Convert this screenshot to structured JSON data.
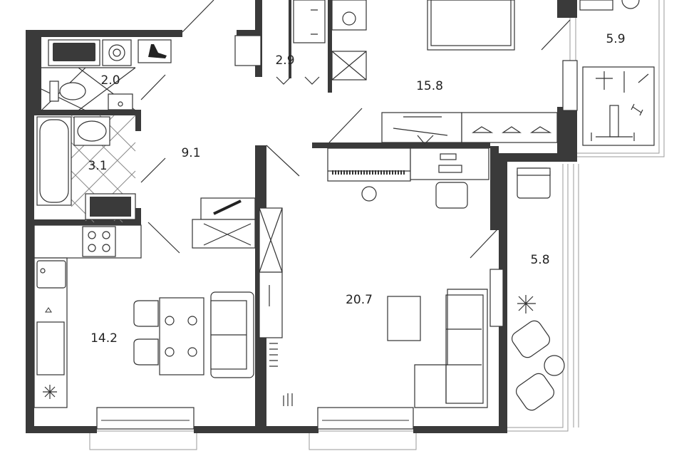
{
  "rooms": [
    {
      "id": "bathroom-wc",
      "area": "2.0"
    },
    {
      "id": "bathroom",
      "area": "3.1"
    },
    {
      "id": "hallway",
      "area": "9.1"
    },
    {
      "id": "kitchen",
      "area": "14.2"
    },
    {
      "id": "closet",
      "area": "2.9"
    },
    {
      "id": "bedroom",
      "area": "15.8"
    },
    {
      "id": "living-room",
      "area": "20.7"
    },
    {
      "id": "balcony-upper",
      "area": "5.9"
    },
    {
      "id": "balcony-lower",
      "area": "5.8"
    }
  ],
  "colors": {
    "wall": "#3a3a3a",
    "line": "#333333",
    "balcony_line": "#9a9a9a"
  },
  "icons": [
    "wardrobe-icon",
    "shoe-icon",
    "washing-machine-icon",
    "toilet-icon",
    "sink-icon",
    "bathtub-icon",
    "stove-icon",
    "snowflake-icon",
    "comb-icon",
    "piano-icon",
    "desk-icon",
    "chair-icon",
    "sofa-icon",
    "armchair-icon",
    "plant-icon",
    "gym-equipment-icon",
    "dumbbell-icon",
    "bed-icon",
    "crib-icon",
    "hanger-icon"
  ]
}
